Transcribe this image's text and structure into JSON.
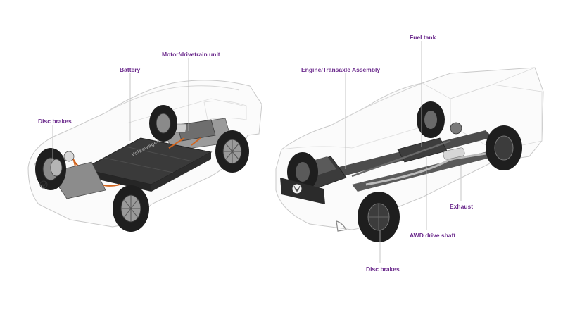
{
  "colors": {
    "label": "#6b2a8c",
    "leader": "#b6b6b6",
    "outline": "#c9c9c9",
    "battery": "#3a3a3a",
    "wiring": "#d2651f",
    "tire": "#1e1e1e",
    "chassis": "#505050"
  },
  "ev": {
    "labels": {
      "motor": "Motor/drivetrain unit",
      "battery": "Battery",
      "brakes": "Disc brakes"
    },
    "battery_brand": "Volkswagen"
  },
  "truck": {
    "labels": {
      "fuel": "Fuel tank",
      "engine": "Engine/Transaxle Assembly",
      "exhaust": "Exhaust",
      "awd": "AWD drive shaft",
      "brakes": "Disc brakes"
    }
  }
}
